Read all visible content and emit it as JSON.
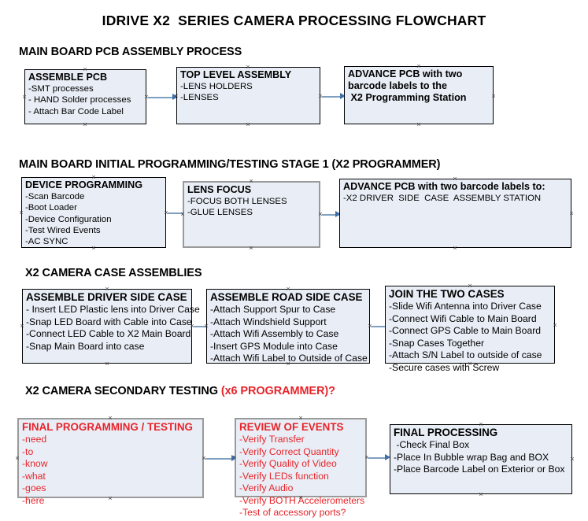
{
  "document": {
    "title": "IDRIVE X2  SERIES CAMERA PROCESSING FLOWCHART",
    "accent_color": "#e8242a",
    "node_fill": "#e9eef6",
    "connector_color": "#7f9fbf"
  },
  "sections": [
    {
      "id": "pcb-assembly",
      "heading": "MAIN BOARD PCB ASSEMBLY PROCESS",
      "heading_accent": ""
    },
    {
      "id": "initial-programming",
      "heading": "MAIN BOARD INITIAL PROGRAMMING/TESTING STAGE 1 (X2 PROGRAMMER)",
      "heading_accent": ""
    },
    {
      "id": "case-assemblies",
      "heading": "X2 CAMERA CASE ASSEMBLIES",
      "heading_accent": ""
    },
    {
      "id": "secondary-testing",
      "heading": "X2 CAMERA SECONDARY TESTING ",
      "heading_accent": "(x6 PROGRAMMER)?"
    }
  ],
  "nodes": {
    "assemble_pcb": {
      "title": "ASSEMBLE PCB",
      "lines": [
        "-SMT processes",
        "- HAND Solder processes",
        "- Attach Bar Code Label"
      ]
    },
    "top_level_assembly": {
      "title": "TOP LEVEL ASSEMBLY",
      "lines": [
        "-LENS HOLDERS",
        "-LENSES"
      ]
    },
    "advance_pcb_station": {
      "title": "ADVANCE PCB with two",
      "lines": [
        "barcode labels to the",
        " X2 Programming Station"
      ]
    },
    "device_programming": {
      "title": "DEVICE PROGRAMMING",
      "lines": [
        "-Scan Barcode",
        "-Boot Loader",
        "-Device Configuration",
        "-Test Wired Events",
        "-AC SYNC"
      ]
    },
    "lens_focus": {
      "title": "LENS FOCUS",
      "lines": [
        "-FOCUS BOTH LENSES",
        "-GLUE LENSES"
      ]
    },
    "advance_pcb_driver": {
      "title": "ADVANCE PCB with two barcode labels to:",
      "lines": [
        "-X2 DRIVER  SIDE  CASE  ASSEMBLY STATION"
      ]
    },
    "assemble_driver_side": {
      "title": "ASSEMBLE DRIVER SIDE CASE",
      "lines": [
        "- Insert LED Plastic lens into Driver Case",
        "-Snap LED Board with Cable into Case",
        "-Connect LED Cable to X2 Main Board",
        "-Snap Main Board into case"
      ]
    },
    "assemble_road_side": {
      "title": "ASSEMBLE ROAD SIDE CASE",
      "lines": [
        "-Attach Support Spur to Case",
        "-Attach Windshield Support",
        "-Attach Wifi Assembly to Case",
        "-Insert GPS Module into Case",
        "-Attach Wifi Label to Outside of Case"
      ]
    },
    "join_two_cases": {
      "title": "JOIN THE TWO CASES",
      "lines": [
        "-Slide Wifi Antenna into Driver Case",
        "-Connect Wifi Cable to Main Board",
        "-Connect GPS Cable to Main Board",
        "-Snap Cases Together",
        "-Attach S/N Label to outside of case",
        "-Secure cases with Screw"
      ]
    },
    "final_programming": {
      "title": "FINAL PROGRAMMING / TESTING",
      "lines": [
        "-need",
        "-to",
        "-know",
        "-what",
        "-goes",
        "-here"
      ]
    },
    "review_of_events": {
      "title": "REVIEW OF EVENTS",
      "lines": [
        "-Verify Transfer",
        "-Verify Correct Quantity",
        "-Verify Quality of Video",
        "-Verify LEDs function",
        "-Verify Audio",
        "-Verify BOTH Accelerometers",
        "-Test of accessory ports?"
      ]
    },
    "final_processing": {
      "title": "FINAL PROCESSING",
      "lines": [
        " -Check Final Box",
        "-Place In Bubble wrap Bag and BOX",
        "-Place Barcode Label on Exterior or Box"
      ]
    }
  }
}
